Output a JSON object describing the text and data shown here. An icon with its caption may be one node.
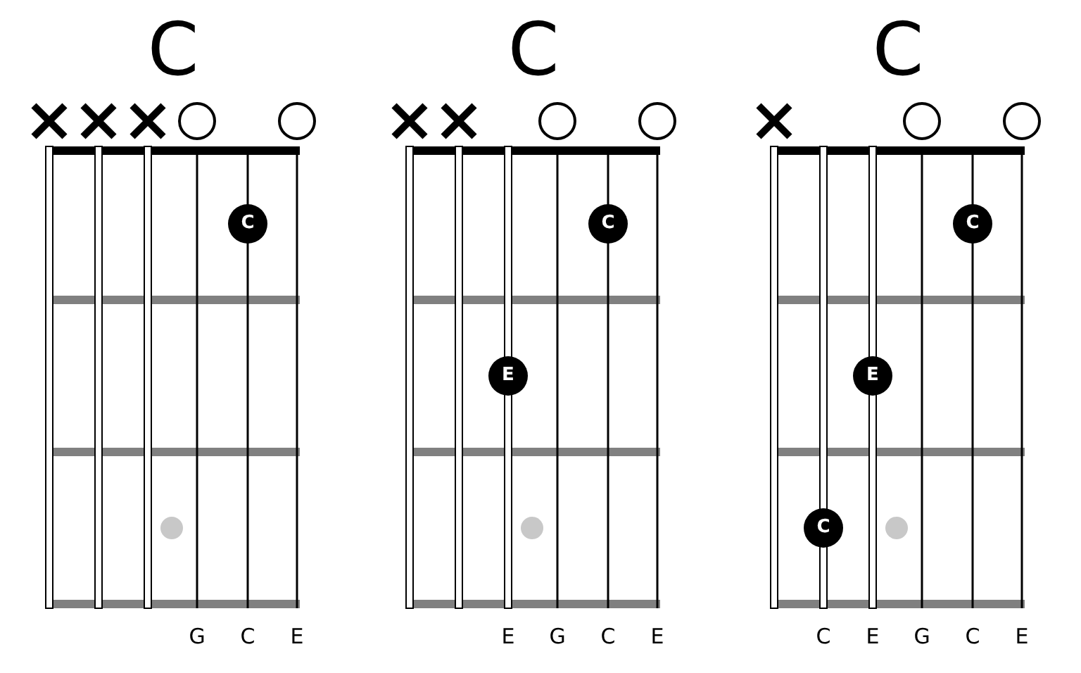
{
  "diagram": {
    "nodes": [
      {
        "text": [
          "C"
        ]
      },
      {
        "text": [
          "C"
        ],
        "in": 0
      },
      {
        "text": [
          "C"
        ]
      },
      {
        "text": [
          "C"
        ],
        "in": 2
      },
      {
        "text": [
          "E"
        ],
        "in": 2
      },
      {
        "text": [
          "C"
        ]
      },
      {
        "text": [
          "C"
        ],
        "in": 5
      },
      {
        "text": [
          "E"
        ],
        "in": 5
      },
      {
        "text": [
          "C"
        ],
        "in": 5
      }
    ],
    "labels": [
      "G",
      "C",
      "E",
      "E",
      "G",
      "C",
      "E",
      "C",
      "E",
      "G",
      "C",
      "E"
    ]
  }
}
